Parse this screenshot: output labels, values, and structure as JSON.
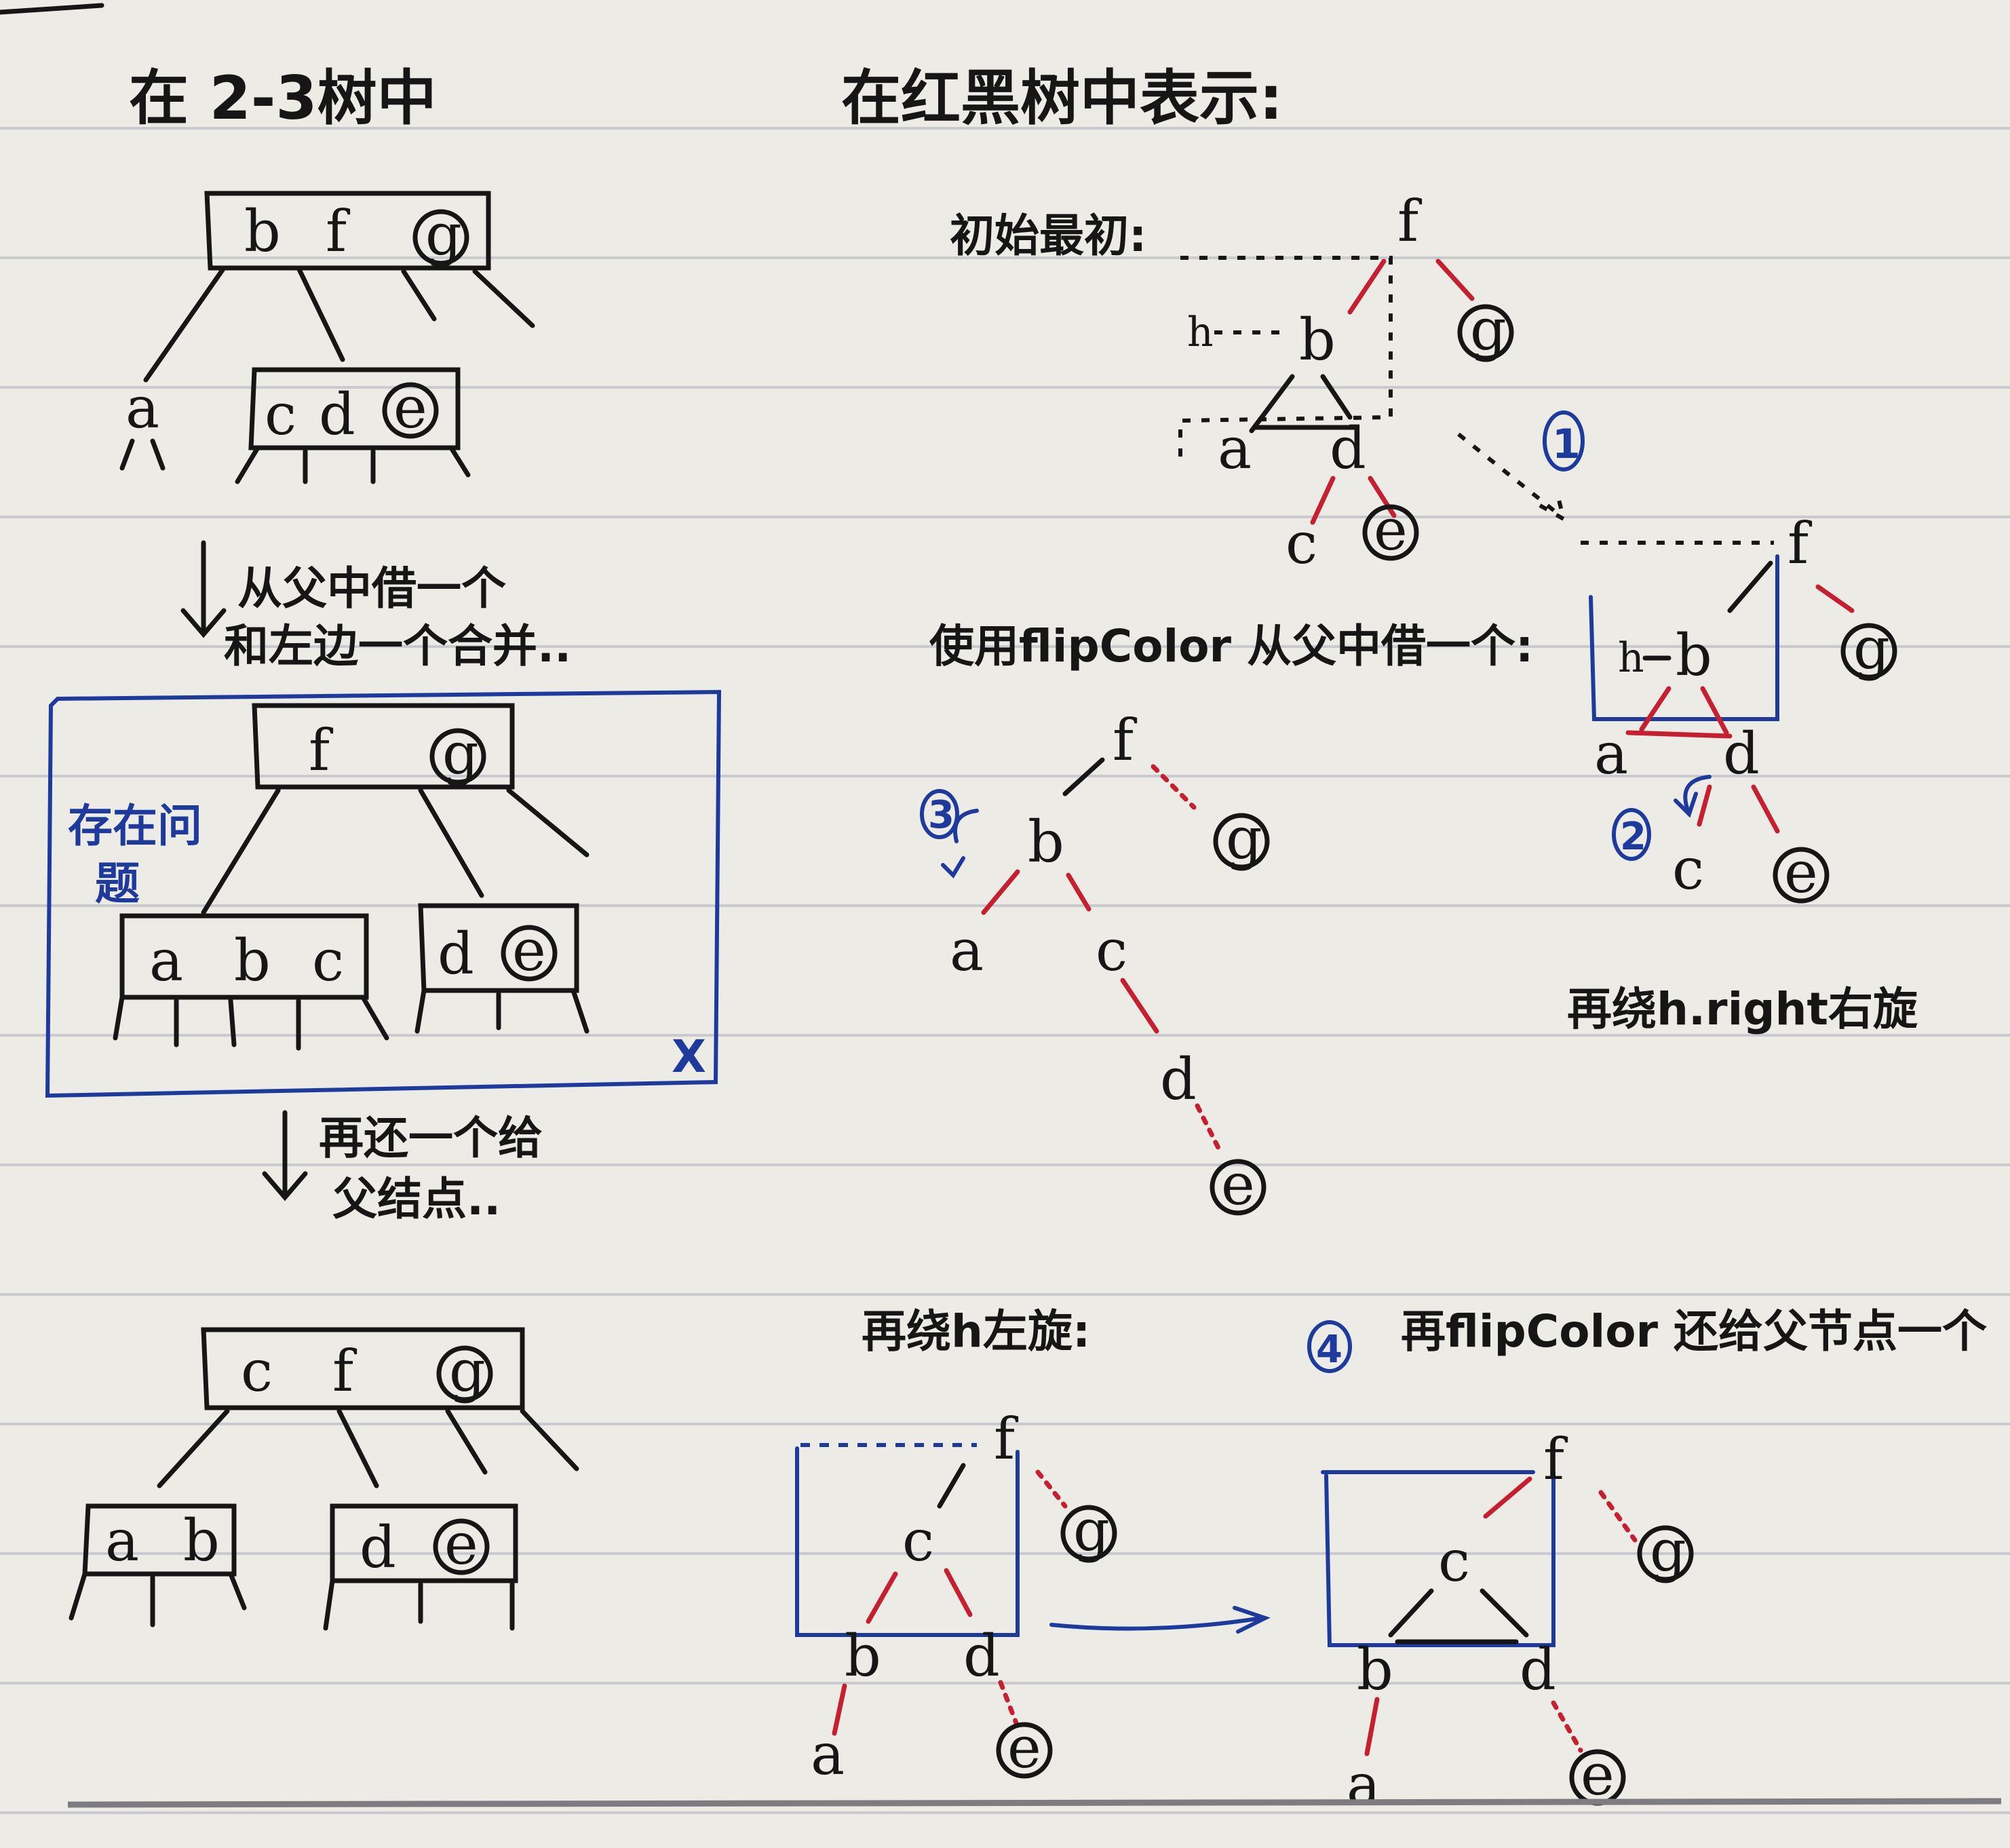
{
  "labels": {
    "left_title": "在 2-3树中",
    "right_title": "在红黑树中表示:",
    "initial_state": "初始最初:",
    "step_borrow_merge_1": "从父中借一个",
    "step_borrow_merge_2": "和左边一个合并..",
    "note_problem_1": "存在问",
    "note_problem_2": "题",
    "x_mark": "X",
    "step_return_1": "再还一个给",
    "step_return_2": "父结点..",
    "flip_borrow": "使用flipColor 从父中借一个:",
    "rotate_right": "再绕h.right右旋",
    "rotate_left": "再绕h左旋:",
    "flip_return": "再flipColor 还给父节点一个",
    "step_1": "1",
    "step_2": "2",
    "step_3": "3",
    "step_4": "4"
  },
  "nodes": {
    "a": "a",
    "b": "b",
    "c": "c",
    "d": "d",
    "e": "e",
    "f": "f",
    "g": "g",
    "h": "h"
  },
  "colors": {
    "ink": "#161616",
    "red_link": "#c62030",
    "blue_note": "#1d3a9c"
  }
}
